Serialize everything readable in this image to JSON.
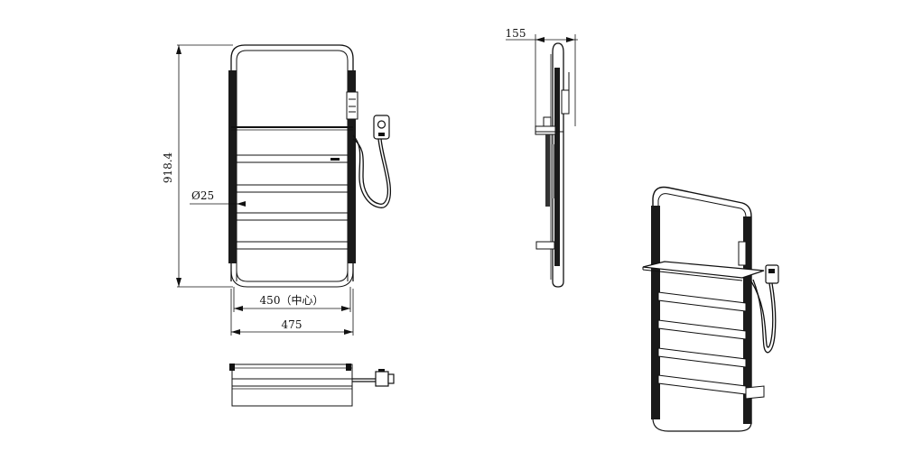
{
  "drawing": {
    "front_view": {
      "height_label": "918.4",
      "diameter_label": "Ø25",
      "center_width_label": "450（中心）",
      "overall_width_label": "475"
    },
    "side_view": {
      "depth_label": "155"
    }
  }
}
